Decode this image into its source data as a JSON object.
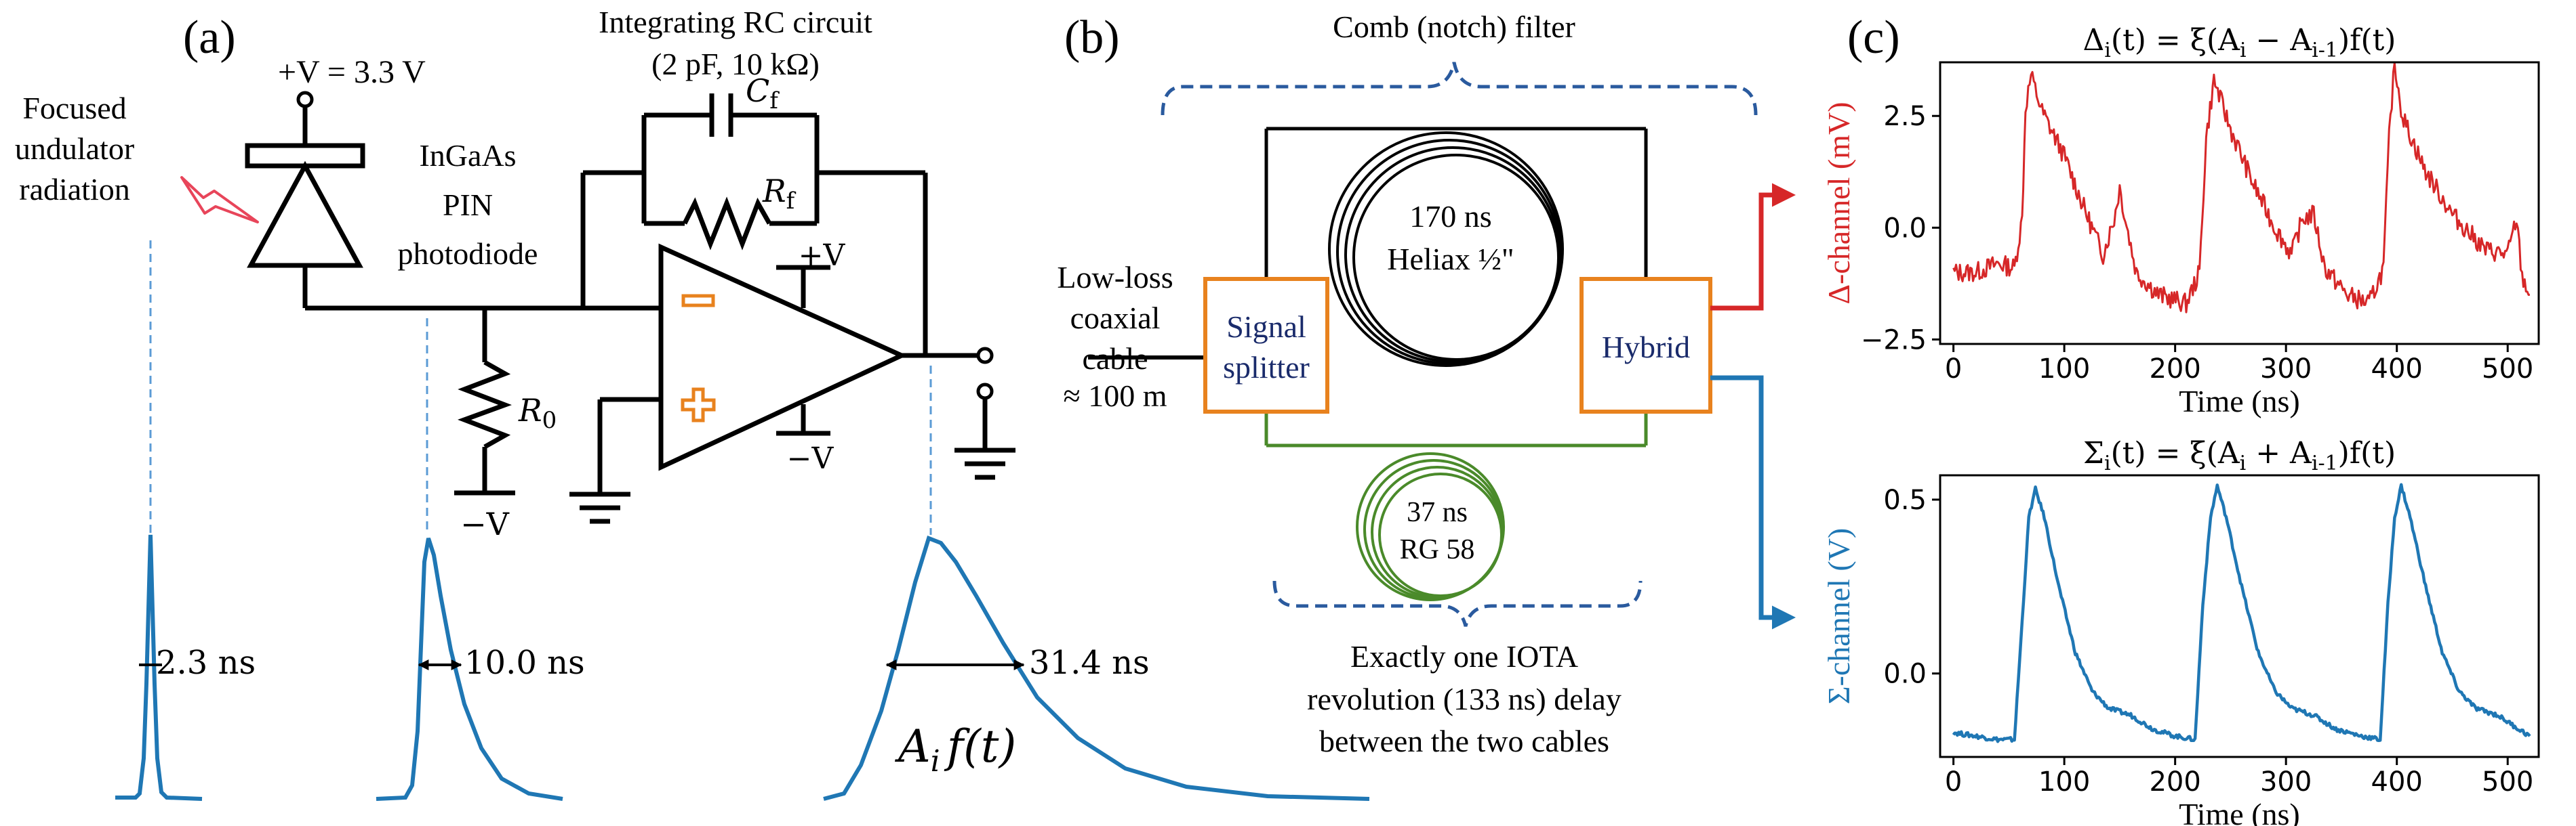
{
  "panel_a": {
    "label": "(a)",
    "supply_label": "+V = 3.3 V",
    "radiation_label": [
      "Focused",
      "undulator",
      "radiation"
    ],
    "diode_label": [
      "InGaAs",
      "PIN",
      "photodiode"
    ],
    "rc_title": "Integrating RC circuit",
    "rc_values": "(2 pF, 10 kΩ)",
    "cf_label": "C",
    "cf_sub": "f",
    "rf_label": "R",
    "rf_sub": "f",
    "r0_label": "R",
    "r0_sub": "0",
    "neg_v_r0": "−V",
    "opamp_pos": "+V",
    "opamp_neg": "−V",
    "pulse_widths": [
      "2.3 ns",
      "10.0 ns",
      "31.4 ns"
    ],
    "output_formula": "A",
    "output_formula_sub": "i",
    "output_formula_rest": "f(t)"
  },
  "panel_b": {
    "label": "(b)",
    "filter_label": "Comb (notch) filter",
    "cable_label": [
      "Low-loss",
      "coaxial",
      "cable"
    ],
    "cable_length": "≈ 100 m",
    "splitter_label": [
      "Signal",
      "splitter"
    ],
    "hybrid_label": "Hybrid",
    "heliax_label": [
      "170 ns",
      "Heliax ½\""
    ],
    "rg58_label": [
      "37 ns",
      "RG 58"
    ],
    "delay_note": [
      "Exactly one IOTA",
      "revolution (133 ns) delay",
      "between the two cables"
    ]
  },
  "colors": {
    "delta": "#d62728",
    "sigma": "#1f77b4",
    "box": "#e8821e",
    "box_text": "#1a2b6b",
    "cable_green": "#4a8a2a",
    "brace": "#2a5a9e",
    "guide": "#5b9bd5"
  },
  "chart_data": [
    {
      "type": "line",
      "panel": "(c) top",
      "title": "Δi(t) = ξ(Ai − Ai-1)f(t)",
      "title_parts": [
        "Δ",
        "i",
        "(t) = ξ(A",
        "i",
        " − A",
        "i-1",
        ")f(t)"
      ],
      "xlabel": "Time (ns)",
      "ylabel": "Δ-channel (mV)",
      "xlim": [
        -12,
        528
      ],
      "ylim": [
        -2.6,
        3.7
      ],
      "xticks": [
        0,
        100,
        200,
        300,
        400,
        500
      ],
      "yticks": [
        -2.5,
        0.0,
        2.5
      ],
      "ytick_labels": [
        "−2.5",
        "0.0",
        "2.5"
      ],
      "series": [
        {
          "color": "#d62728",
          "points": [
            [
              0,
              -1.0
            ],
            [
              20,
              -1.0
            ],
            [
              40,
              -0.8
            ],
            [
              55,
              -0.9
            ],
            [
              62,
              0.2
            ],
            [
              65,
              2.7
            ],
            [
              70,
              3.4
            ],
            [
              80,
              2.6
            ],
            [
              100,
              1.6
            ],
            [
              120,
              0.3
            ],
            [
              135,
              -0.6
            ],
            [
              145,
              0.2
            ],
            [
              150,
              0.9
            ],
            [
              155,
              0.2
            ],
            [
              165,
              -1.0
            ],
            [
              185,
              -1.5
            ],
            [
              210,
              -1.7
            ],
            [
              222,
              -1.0
            ],
            [
              228,
              2.0
            ],
            [
              235,
              3.3
            ],
            [
              250,
              2.2
            ],
            [
              270,
              1.0
            ],
            [
              290,
              0.0
            ],
            [
              305,
              -0.6
            ],
            [
              315,
              0.2
            ],
            [
              325,
              0.3
            ],
            [
              335,
              -0.9
            ],
            [
              355,
              -1.5
            ],
            [
              375,
              -1.7
            ],
            [
              388,
              -0.9
            ],
            [
              393,
              2.0
            ],
            [
              398,
              3.7
            ],
            [
              405,
              2.5
            ],
            [
              425,
              1.3
            ],
            [
              450,
              0.3
            ],
            [
              480,
              -0.5
            ],
            [
              500,
              -0.6
            ],
            [
              508,
              0.2
            ],
            [
              513,
              -1.1
            ],
            [
              520,
              -1.5
            ]
          ]
        }
      ]
    },
    {
      "type": "line",
      "panel": "(c) bottom",
      "title": "Σi(t) = ξ(Ai + Ai-1)f(t)",
      "title_parts": [
        "Σ",
        "i",
        "(t) = ξ(A",
        "i",
        " + A",
        "i-1",
        ")f(t)"
      ],
      "xlabel": "Time (ns)",
      "ylabel": "Σ-channel (V)",
      "xlim": [
        -12,
        528
      ],
      "ylim": [
        -0.24,
        0.57
      ],
      "xticks": [
        0,
        100,
        200,
        300,
        400,
        500
      ],
      "yticks": [
        0.0,
        0.5
      ],
      "ytick_labels": [
        "0.0",
        "0.5"
      ],
      "series": [
        {
          "color": "#1f77b4",
          "points": [
            [
              0,
              -0.17
            ],
            [
              20,
              -0.18
            ],
            [
              40,
              -0.19
            ],
            [
              55,
              -0.19
            ],
            [
              62,
              0.15
            ],
            [
              68,
              0.45
            ],
            [
              74,
              0.53
            ],
            [
              82,
              0.45
            ],
            [
              95,
              0.25
            ],
            [
              110,
              0.06
            ],
            [
              125,
              -0.05
            ],
            [
              140,
              -0.1
            ],
            [
              160,
              -0.12
            ],
            [
              180,
              -0.16
            ],
            [
              200,
              -0.18
            ],
            [
              218,
              -0.19
            ],
            [
              225,
              0.2
            ],
            [
              232,
              0.45
            ],
            [
              238,
              0.54
            ],
            [
              246,
              0.45
            ],
            [
              260,
              0.25
            ],
            [
              275,
              0.06
            ],
            [
              290,
              -0.05
            ],
            [
              305,
              -0.1
            ],
            [
              325,
              -0.12
            ],
            [
              345,
              -0.16
            ],
            [
              368,
              -0.18
            ],
            [
              385,
              -0.19
            ],
            [
              392,
              0.2
            ],
            [
              398,
              0.45
            ],
            [
              404,
              0.54
            ],
            [
              412,
              0.45
            ],
            [
              426,
              0.25
            ],
            [
              441,
              0.06
            ],
            [
              456,
              -0.05
            ],
            [
              471,
              -0.1
            ],
            [
              491,
              -0.12
            ],
            [
              510,
              -0.16
            ],
            [
              520,
              -0.18
            ]
          ]
        }
      ]
    }
  ]
}
